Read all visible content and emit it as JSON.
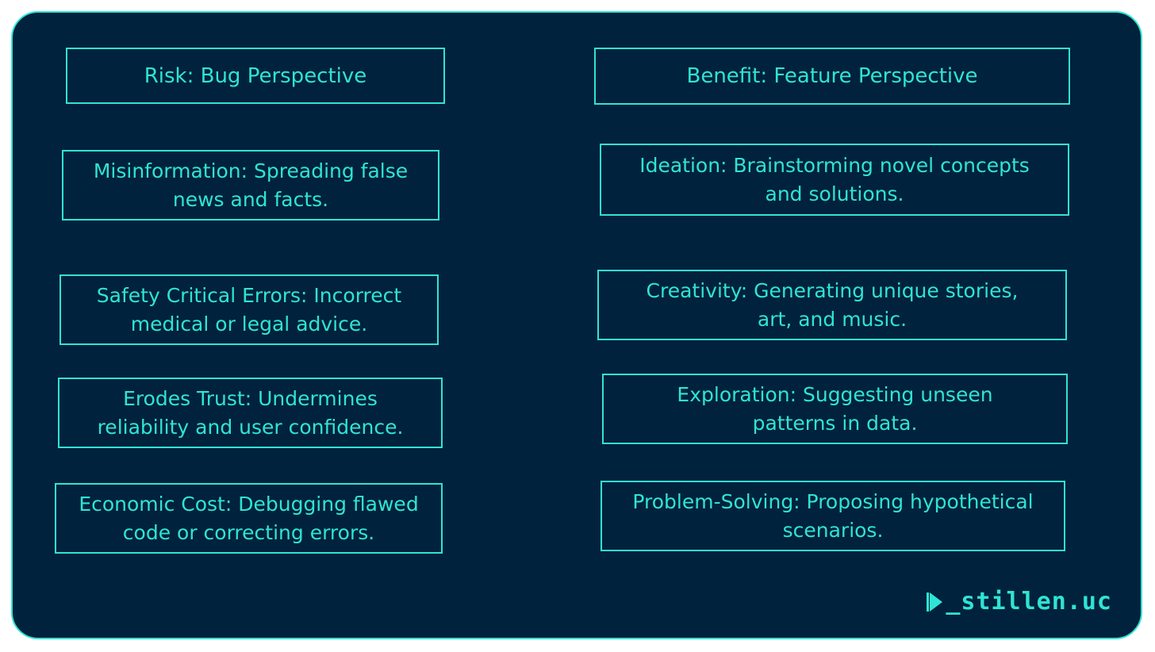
{
  "risk": {
    "header": "Risk: Bug Perspective",
    "items": [
      {
        "line1": "Misinformation: Spreading false",
        "line2": "news and facts."
      },
      {
        "line1": "Safety Critical Errors: Incorrect",
        "line2": "medical or legal advice."
      },
      {
        "line1": "Erodes Trust: Undermines",
        "line2": "reliability and user confidence."
      },
      {
        "line1": "Economic Cost: Debugging flawed",
        "line2": "code or correcting errors."
      }
    ]
  },
  "benefit": {
    "header": "Benefit:  Feature Perspective",
    "items": [
      {
        "line1": "Ideation: Brainstorming novel concepts",
        "line2": "and solutions."
      },
      {
        "line1": "Creativity: Generating unique stories,",
        "line2": "art, and music."
      },
      {
        "line1": "Exploration: Suggesting unseen",
        "line2": "patterns in data."
      },
      {
        "line1": "Problem-Solving: Proposing hypothetical",
        "line2": "scenarios."
      }
    ]
  },
  "logo": {
    "text": "_stillen.uc",
    "icon": "play-icon"
  },
  "colors": {
    "background": "#01223c",
    "accent": "#2fe4d4"
  }
}
